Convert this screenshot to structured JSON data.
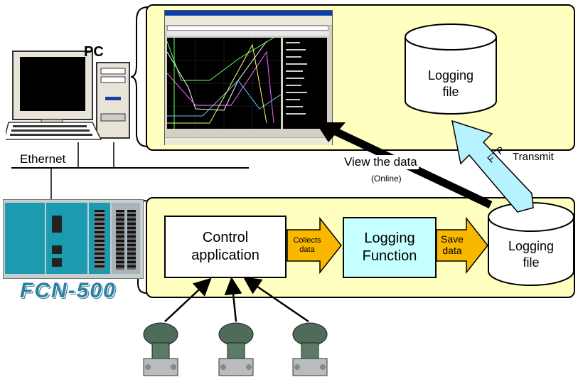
{
  "pc_label": "PC",
  "ethernet_label": "Ethernet",
  "controller_brand": "FCN-500",
  "top_panel": {
    "logging_file_label": "Logging\nfile"
  },
  "bottom_panel": {
    "control_application_label": "Control\napplication",
    "collects_data_label": "Collects\ndata",
    "logging_function_label": "Logging\nFunction",
    "save_data_label": "Save\ndata",
    "logging_file_label": "Logging\nfile"
  },
  "view_data_label": "View the data",
  "online_label": "(Online)",
  "ftp_label": "FTP",
  "transmit_label": "Transmit",
  "colors": {
    "panel_fill": "#ffffbf",
    "arrow_orange": "#f9b700",
    "logging_function_fill": "#c6ffff",
    "ftp_arrow_fill": "#b7f3ff",
    "controller_teal": "#1a9bb0",
    "brand_color": "#2f7f9f"
  }
}
